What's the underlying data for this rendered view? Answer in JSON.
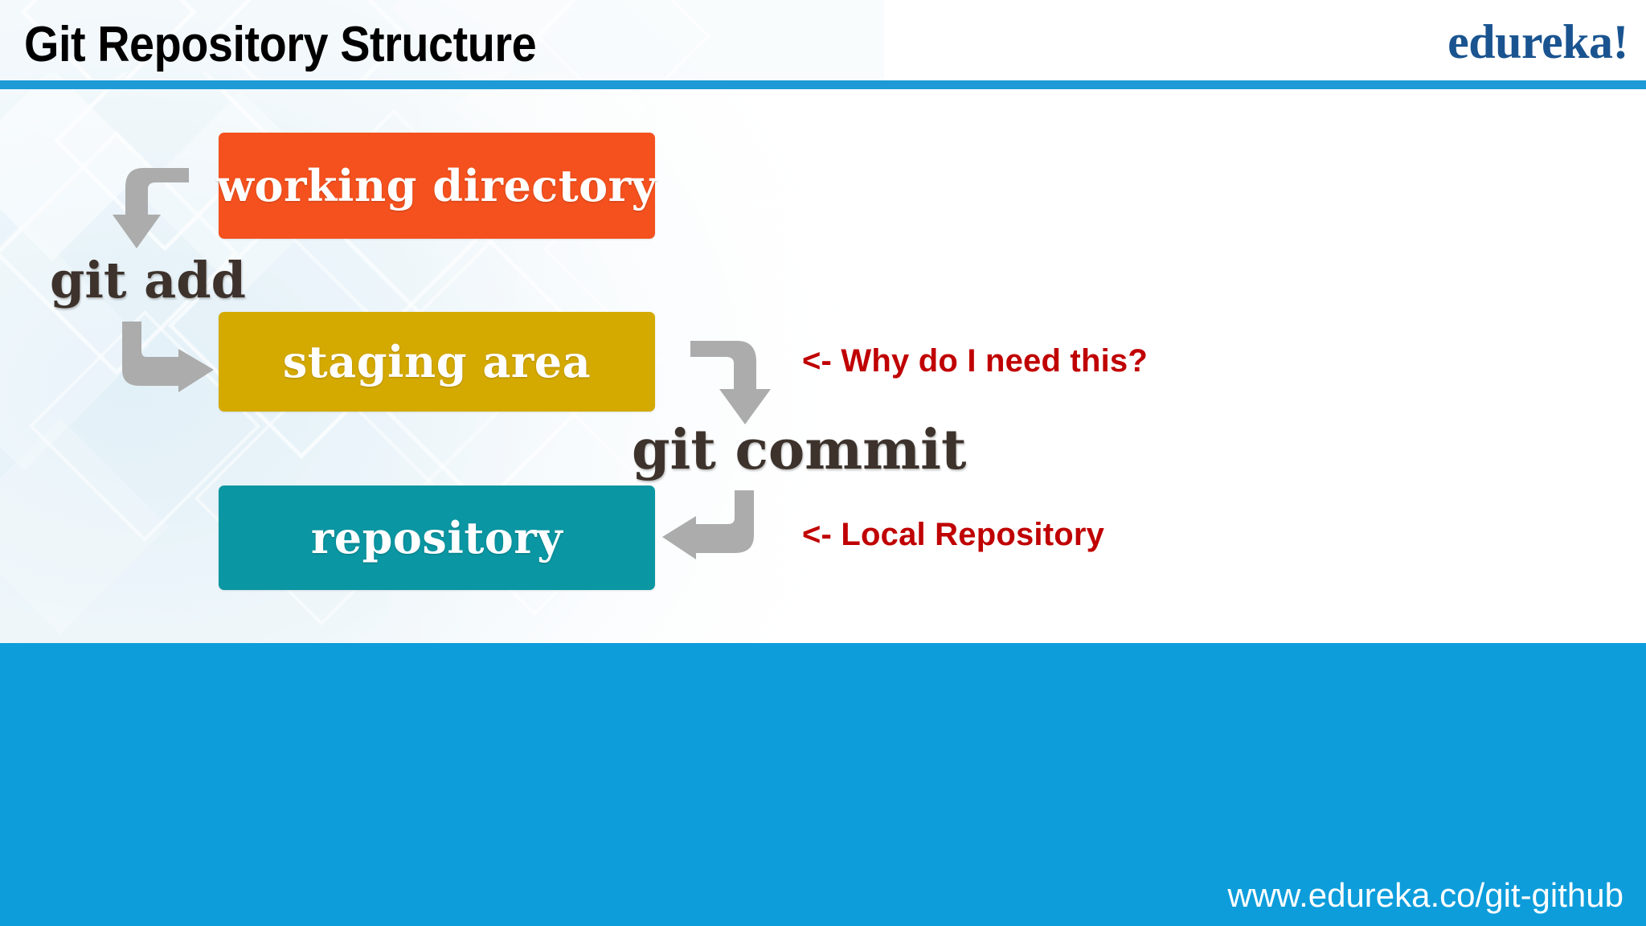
{
  "slide": {
    "title": "Git Repository Structure",
    "brand": "edureka!",
    "footer_url": "www.edureka.co/git-github",
    "colors": {
      "header_rule": "#1e9ad6",
      "footer_bar": "#0d9ddb",
      "brand_text": "#1a5490",
      "working_directory": "#f4511e",
      "staging_area": "#d4a900",
      "repository": "#0a96a2",
      "arrow_gray": "#aaaaaa",
      "command_text": "#3d332c",
      "annotation_red": "#c00000"
    }
  },
  "diagram": {
    "boxes": [
      {
        "id": "working-directory",
        "label": "working directory",
        "color": "#f4511e"
      },
      {
        "id": "staging-area",
        "label": "staging area",
        "color": "#d4a900"
      },
      {
        "id": "repository",
        "label": "repository",
        "color": "#0a96a2"
      }
    ],
    "commands": [
      {
        "id": "git-add",
        "label": "git add"
      },
      {
        "id": "git-commit",
        "label": "git commit"
      }
    ],
    "annotations": [
      {
        "id": "why-need-this",
        "label": "<- Why do I need this?"
      },
      {
        "id": "local-repository",
        "label": "<- Local Repository"
      }
    ],
    "arrows": [
      {
        "id": "arrow-working-to-add",
        "from": "working-directory",
        "to": "git-add",
        "direction": "down"
      },
      {
        "id": "arrow-add-to-staging",
        "from": "git-add",
        "to": "staging-area",
        "direction": "right"
      },
      {
        "id": "arrow-staging-to-commit",
        "from": "staging-area",
        "to": "git-commit",
        "direction": "down"
      },
      {
        "id": "arrow-commit-to-repository",
        "from": "git-commit",
        "to": "repository",
        "direction": "left"
      }
    ]
  }
}
